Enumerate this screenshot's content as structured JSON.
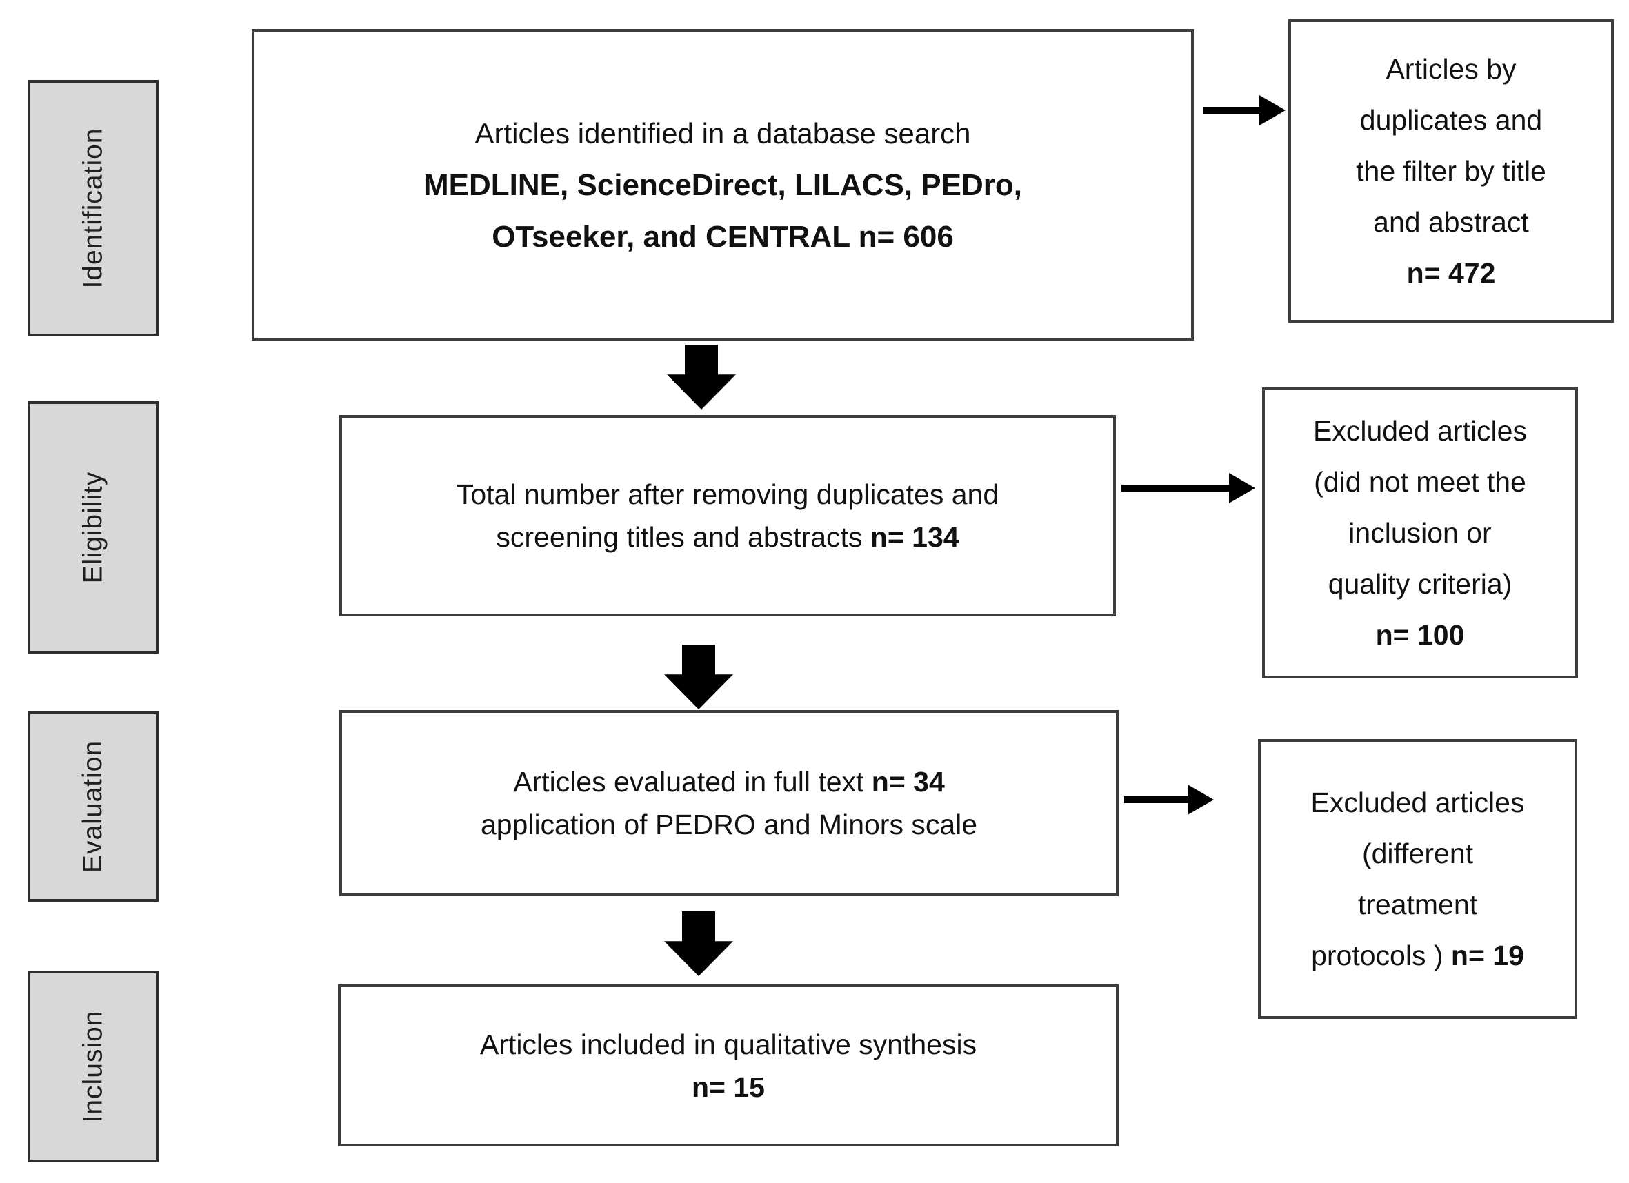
{
  "stages": [
    {
      "label": "Identification"
    },
    {
      "label": "Eligibility"
    },
    {
      "label": "Evaluation"
    },
    {
      "label": "Inclusion"
    }
  ],
  "main_boxes": [
    {
      "name": "identified",
      "lines": [
        {
          "pre": "Articles identified in a database search"
        },
        {
          "bold": "MEDLINE, ScienceDirect, LILACS, PEDro,"
        },
        {
          "bold": "OTseeker, and CENTRAL n= 606"
        }
      ]
    },
    {
      "name": "screened",
      "lines": [
        {
          "pre": "Total number after removing duplicates and"
        },
        {
          "pre": "screening titles and abstracts ",
          "bold": "n= 134"
        }
      ]
    },
    {
      "name": "evaluated",
      "lines": [
        {
          "pre": "Articles evaluated in full text ",
          "bold": "n= 34"
        },
        {
          "pre": "application of PEDRO and Minors scale"
        }
      ]
    },
    {
      "name": "included",
      "lines": [
        {
          "pre": "Articles included in qualitative synthesis"
        },
        {
          "bold": "n= 15"
        }
      ]
    }
  ],
  "side_boxes": [
    {
      "name": "excluded-by-title-abstract",
      "lines": [
        {
          "pre": "Articles by"
        },
        {
          "pre": "duplicates and"
        },
        {
          "pre": "the filter by title"
        },
        {
          "pre": "and abstract"
        },
        {
          "bold": "n= 472"
        }
      ]
    },
    {
      "name": "excluded-criteria",
      "lines": [
        {
          "pre": "Excluded articles"
        },
        {
          "pre": "(did not meet the"
        },
        {
          "pre": "inclusion or"
        },
        {
          "pre": "quality criteria)"
        },
        {
          "bold": "n= 100"
        }
      ]
    },
    {
      "name": "excluded-protocols",
      "lines": [
        {
          "pre": "Excluded articles"
        },
        {
          "pre": "(different"
        },
        {
          "pre": "treatment"
        },
        {
          "pre": "protocols ) ",
          "bold": "n= 19"
        }
      ]
    }
  ],
  "colors": {
    "stage_fill": "#d8d8d8",
    "box_border": "#3d3d3d",
    "arrow": "#000000",
    "background": "#ffffff"
  }
}
